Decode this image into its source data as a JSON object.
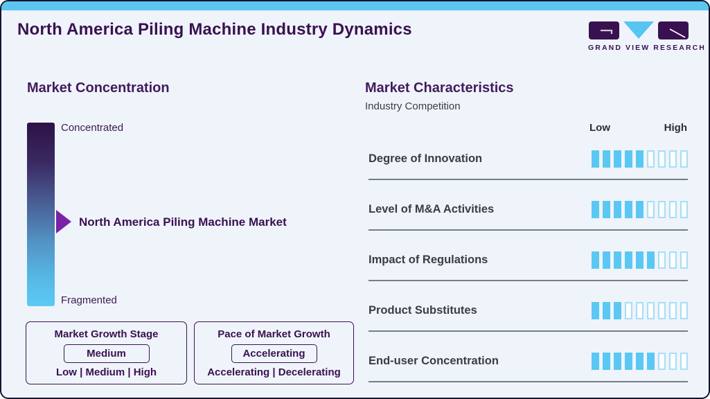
{
  "header": {
    "title": "North America Piling Machine Industry Dynamics",
    "logo_text": "GRAND VIEW RESEARCH"
  },
  "colors": {
    "accent_blue": "#5dc6f0",
    "brand_purple": "#3a1150",
    "arrow_purple": "#7a21a8",
    "segment_filled": "#5bc8f3",
    "segment_empty_border": "#a5def7",
    "gradient_top": "#2d1245",
    "gradient_bottom": "#5ccaf5",
    "page_background": "#eff4fa"
  },
  "market_concentration": {
    "heading": "Market Concentration",
    "top_label": "Concentrated",
    "bottom_label": "Fragmented",
    "pointer_label": "North America Piling Machine Market"
  },
  "growth_stage_box": {
    "title": "Market Growth Stage",
    "value": "Medium",
    "options": "Low | Medium | High"
  },
  "pace_box": {
    "title": "Pace of Market Growth",
    "value": "Accelerating",
    "options": "Accelerating | Decelerating"
  },
  "market_characteristics": {
    "heading": "Market Characteristics",
    "subtitle": "Industry Competition",
    "scale_low": "Low",
    "scale_high": "High",
    "rows": [
      {
        "label": "Degree of Innovation",
        "filled": 5,
        "total": 9
      },
      {
        "label": "Level of M&A Activities",
        "filled": 5,
        "total": 9
      },
      {
        "label": "Impact of Regulations",
        "filled": 6,
        "total": 9
      },
      {
        "label": "Product Substitutes",
        "filled": 3,
        "total": 9
      },
      {
        "label": "End-user Concentration",
        "filled": 6,
        "total": 9
      }
    ]
  },
  "chart_data": [
    {
      "type": "bar",
      "title": "Market Concentration",
      "categories": [
        "Concentrated",
        "Fragmented"
      ],
      "values": [
        1,
        0
      ],
      "annotations": [
        "North America Piling Machine Market marker positioned mid-scale between Concentrated (top) and Fragmented (bottom)"
      ],
      "layout": "vertical gradient scale, dark purple at Concentrated end to light blue at Fragmented end"
    },
    {
      "type": "bar",
      "title": "Market Characteristics — Industry Competition",
      "categories": [
        "Degree of Innovation",
        "Level of M&A Activities",
        "Impact of Regulations",
        "Product Substitutes",
        "End-user Concentration"
      ],
      "values": [
        5,
        5,
        6,
        3,
        6
      ],
      "value_max": 9,
      "xlabel": "Low → High",
      "ylabel": "",
      "legend": "off",
      "layout": "horizontal segmented rating bars, 9 segments each, right-aligned"
    }
  ]
}
